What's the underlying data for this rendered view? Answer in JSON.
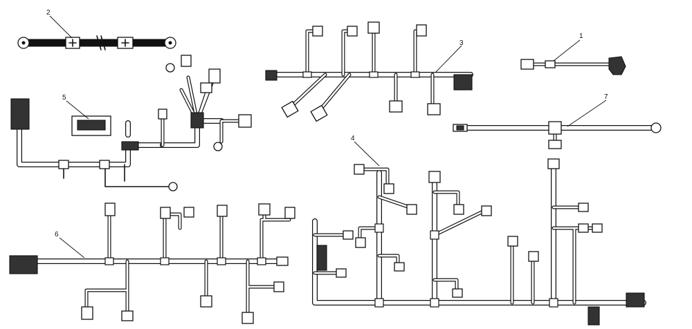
{
  "diagram": {
    "background": "#ffffff",
    "ink": "#111111",
    "callouts": [
      {
        "id": "harness-1",
        "label": "1"
      },
      {
        "id": "harness-2",
        "label": "2"
      },
      {
        "id": "harness-3",
        "label": "3"
      },
      {
        "id": "harness-4",
        "label": "4"
      },
      {
        "id": "harness-5",
        "label": "5"
      },
      {
        "id": "harness-6",
        "label": "6"
      },
      {
        "id": "harness-7",
        "label": "7"
      }
    ]
  }
}
